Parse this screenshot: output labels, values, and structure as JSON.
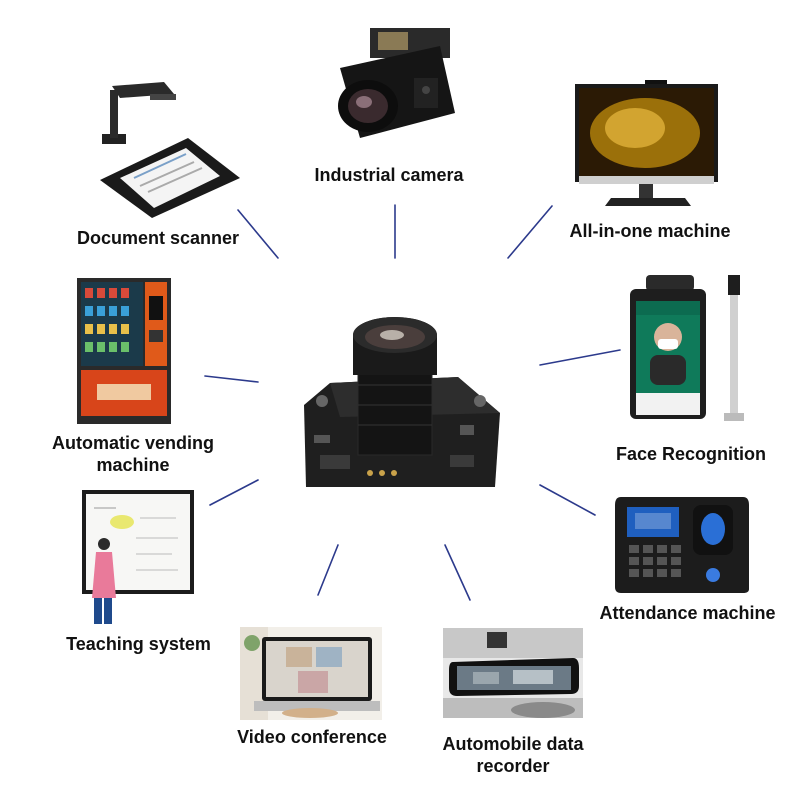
{
  "colors": {
    "connector": "#2c3a8c",
    "text": "#111111",
    "background": "#ffffff"
  },
  "center": {
    "icon": "camera-module-icon"
  },
  "nodes": [
    {
      "id": "industrial-camera",
      "label": "Industrial camera",
      "icon": "industrial-camera-icon"
    },
    {
      "id": "all-in-one",
      "label": "All-in-one machine",
      "icon": "monitor-icon"
    },
    {
      "id": "face-recognition",
      "label": "Face Recognition",
      "icon": "face-terminal-icon"
    },
    {
      "id": "attendance",
      "label": "Attendance machine",
      "icon": "fingerprint-device-icon"
    },
    {
      "id": "data-recorder",
      "label": "Automobile data recorder",
      "icon": "dashcam-mirror-icon"
    },
    {
      "id": "video-conference",
      "label": "Video conference",
      "icon": "laptop-video-call-icon"
    },
    {
      "id": "teaching",
      "label": "Teaching system",
      "icon": "smartboard-icon"
    },
    {
      "id": "vending",
      "label": "Automatic vending machine",
      "icon": "vending-machine-icon"
    },
    {
      "id": "scanner",
      "label": "Document scanner",
      "icon": "document-scanner-icon"
    }
  ],
  "label_lines": {
    "vending": [
      "Automatic vending",
      "machine"
    ],
    "data_recorder": [
      "Automobile data",
      "recorder"
    ]
  }
}
